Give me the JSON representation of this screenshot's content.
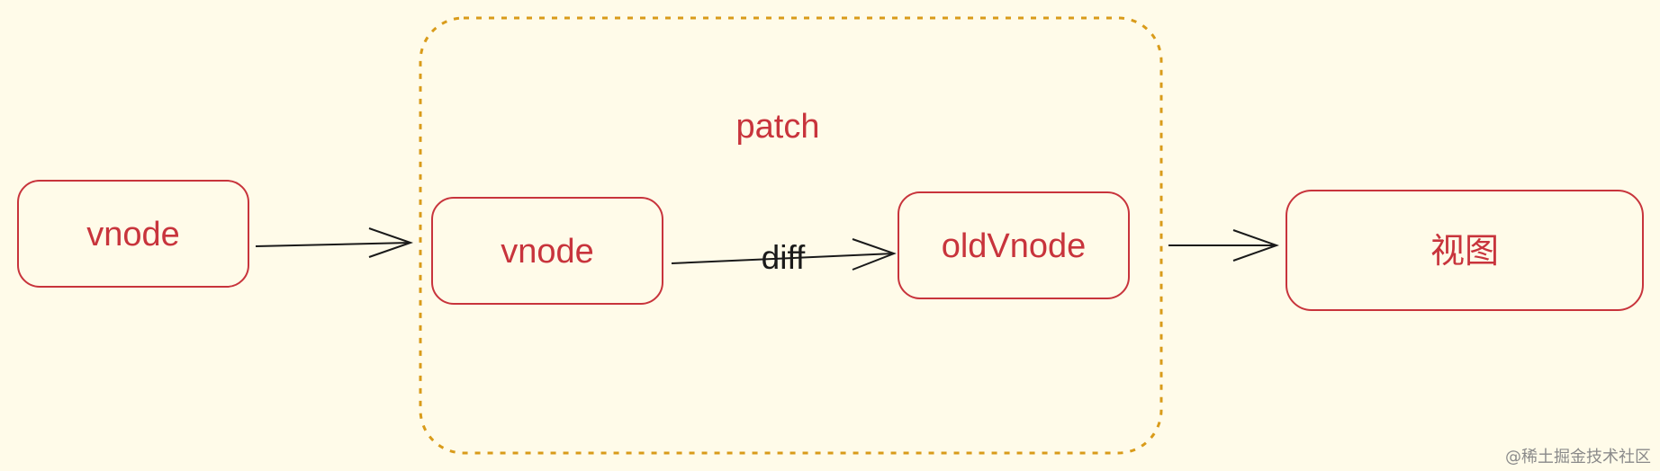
{
  "group": {
    "label": "patch"
  },
  "nodes": {
    "input_vnode": "vnode",
    "patch_vnode": "vnode",
    "old_vnode": "oldVnode",
    "view": "视图"
  },
  "edges": {
    "diff_label": "diff"
  },
  "watermark": "@稀土掘金技术社区",
  "colors": {
    "background": "#fffbe9",
    "node_stroke": "#c8343c",
    "node_text": "#c8343c",
    "group_border": "#d99b1a",
    "arrow": "#1a1a1a"
  }
}
